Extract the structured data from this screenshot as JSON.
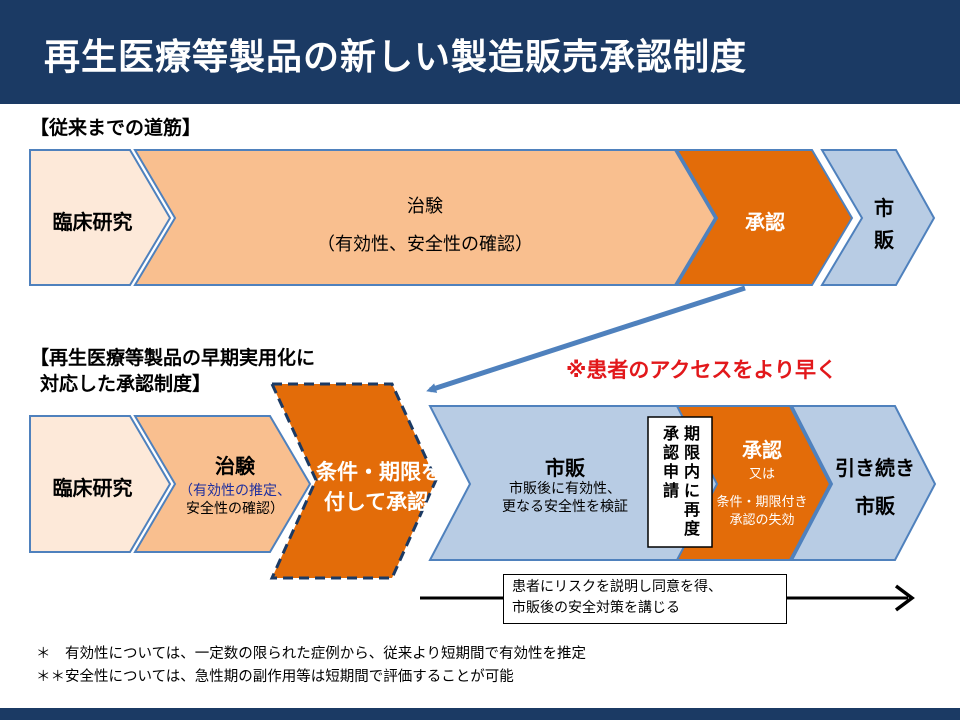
{
  "title": "再生医療等製品の新しい製造販売承認制度",
  "conventional": {
    "section_label": "【従来までの道筋】",
    "clinical_research": "臨床研究",
    "trial_line1": "治験",
    "trial_line2": "（有効性、安全性の確認）",
    "approval": "承認",
    "market_line1": "市",
    "market_line2": "販"
  },
  "new_system": {
    "section_label_line1": "【再生医療等製品の早期実用化に",
    "section_label_line2": "対応した承認制度】",
    "highlight": "※患者のアクセスをより早く",
    "clinical_research": "臨床研究",
    "trial_title": "治験",
    "trial_sub_line1": "（有効性の推定、",
    "trial_sub_line2": "安全性の確認）",
    "conditional_line1": "条件・期限を",
    "conditional_line2": "付して承認",
    "market_title": "市販",
    "market_sub_line1": "市販後に有効性、",
    "market_sub_line2": "更なる安全性を検証",
    "reapply_col1": "期限内に再度",
    "reapply_col2": "承認申請",
    "approval_title": "承認",
    "approval_or": "又は",
    "approval_sub_line1": "条件・期限付き",
    "approval_sub_line2": "承認の失効",
    "continued_line1": "引き続き",
    "continued_line2": "市販"
  },
  "arrow_note_line1": "患者にリスクを説明し同意を得、",
  "arrow_note_line2": "市販後の安全対策を講じる",
  "footnote1": "＊　有効性については、一定数の限られた症例から、従来より短期間で有効性を推定",
  "footnote2": "＊＊安全性については、急性期の副作用等は短期間で評価することが可能",
  "colors": {
    "header": "#1b3a64",
    "pale_peach": "#fde9d9",
    "peach": "#f9bf8f",
    "orange": "#e36c09",
    "light_blue": "#b8cce4",
    "outline_blue": "#4f81bd",
    "highlight_red": "#e2181b"
  }
}
